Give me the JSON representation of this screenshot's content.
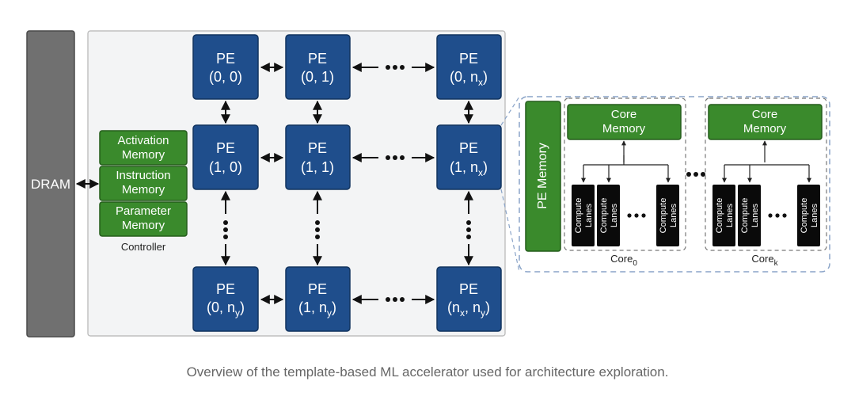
{
  "diagram": {
    "dram_label": "DRAM",
    "controller": {
      "activation_memory": [
        "Activation",
        "Memory"
      ],
      "instruction_memory": [
        "Instruction",
        "Memory"
      ],
      "parameter_memory": [
        "Parameter",
        "Memory"
      ],
      "label": "Controller"
    },
    "pe_grid": {
      "row0": [
        {
          "title": "PE",
          "coord": "(0, 0)"
        },
        {
          "title": "PE",
          "coord": "(0, 1)"
        },
        {
          "title": "PE",
          "coord_pre": "(0, n",
          "coord_sub": "x",
          "coord_post": ")"
        }
      ],
      "row1": [
        {
          "title": "PE",
          "coord": "(1, 0)"
        },
        {
          "title": "PE",
          "coord": "(1, 1)"
        },
        {
          "title": "PE",
          "coord_pre": "(1, n",
          "coord_sub": "x",
          "coord_post": ")"
        }
      ],
      "row2": [
        {
          "title": "PE",
          "coord_pre": "(0, n",
          "coord_sub": "y",
          "coord_post": ")"
        },
        {
          "title": "PE",
          "coord_pre": "(1, n",
          "coord_sub": "y",
          "coord_post": ")"
        },
        {
          "title": "PE",
          "coord_pre": "(n",
          "coord_sub": "x",
          "coord_mid": ", n",
          "coord_sub2": "y",
          "coord_post": ")"
        }
      ]
    },
    "pe_detail": {
      "pe_memory_label": "PE Memory",
      "cores": [
        {
          "memory": [
            "Core",
            "Memory"
          ],
          "label_pre": "Core",
          "label_sub": "0",
          "lanes": [
            [
              "Compute",
              "Lanes"
            ],
            [
              "Compute",
              "Lanes"
            ],
            [
              "Compute",
              "Lanes"
            ]
          ]
        },
        {
          "memory": [
            "Core",
            "Memory"
          ],
          "label_pre": "Core",
          "label_sub": "k",
          "lanes": [
            [
              "Compute",
              "Lanes"
            ],
            [
              "Compute",
              "Lanes"
            ],
            [
              "Compute",
              "Lanes"
            ]
          ]
        }
      ]
    },
    "colors": {
      "pe_blue": "#1f4e8c",
      "pe_border": "#12345f",
      "memory_green": "#3a8a2c",
      "memory_border": "#245c1b",
      "dram_gray": "#707070",
      "panel_bg": "#f3f4f5",
      "lane_black": "#0a0a0a",
      "dashed_blue": "#8aa4c8"
    }
  },
  "caption": "Overview of the template-based ML accelerator used for architecture exploration."
}
